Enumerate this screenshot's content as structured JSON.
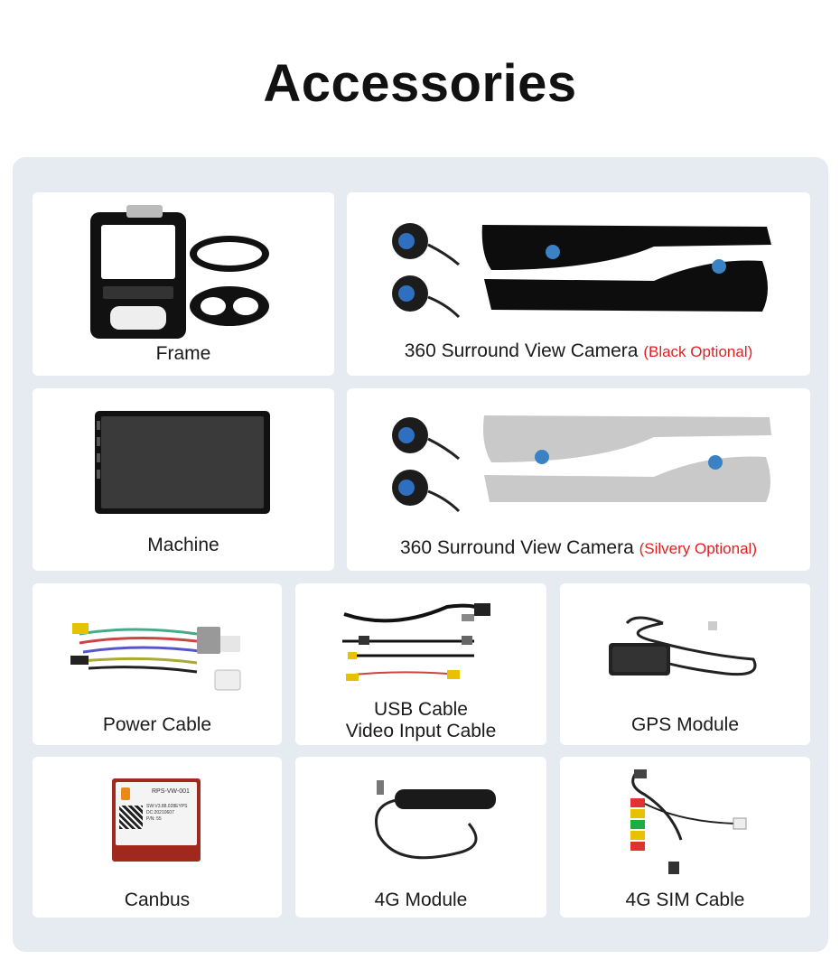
{
  "page": {
    "title": "Accessories"
  },
  "items": [
    {
      "name": "Frame"
    },
    {
      "name": "360 Surround View Camera",
      "option": "(Black Optional)"
    },
    {
      "name": "Machine"
    },
    {
      "name": "360 Surround View Camera",
      "option": "(Silvery Optional)"
    },
    {
      "name": "Power Cable"
    },
    {
      "name": "USB Cable",
      "name2": "Video Input Cable"
    },
    {
      "name": "GPS Module"
    },
    {
      "name": "Canbus",
      "device_text": [
        "RPS-VW-001",
        "SW:V3.88.028EYPS",
        "DC:20210607",
        "P/N: 55"
      ]
    },
    {
      "name": "4G Module"
    },
    {
      "name": "4G SIM Cable"
    }
  ],
  "colors": {
    "panel": "#e6ebf2",
    "card": "#ffffff",
    "option_text": "#e02020"
  }
}
